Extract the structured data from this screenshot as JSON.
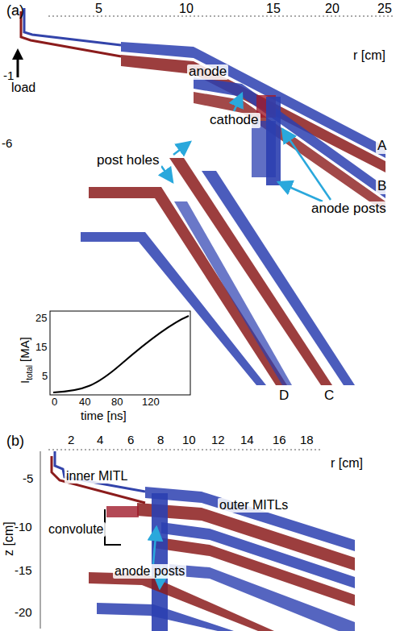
{
  "diagram": {
    "labels": [
      "(a)",
      "5",
      "10",
      "15",
      "20",
      "25",
      "r [cm]",
      "-1",
      "load",
      "anode",
      "cathode",
      "post holes",
      "anode posts",
      "A",
      "B",
      "-6",
      "D",
      "C",
      "I",
      "total",
      "[MA]",
      "25",
      "15",
      "5",
      "0",
      "40",
      "80",
      "120",
      "time [ns]",
      "(b)",
      "2",
      "4",
      "6",
      "8",
      "10",
      "12",
      "14",
      "16",
      "18",
      "r [cm]",
      "inner MITL",
      "outer MITLs",
      "convolute",
      "anode posts",
      "z [cm]",
      "-5",
      "-10",
      "-15",
      "-20"
    ]
  }
}
